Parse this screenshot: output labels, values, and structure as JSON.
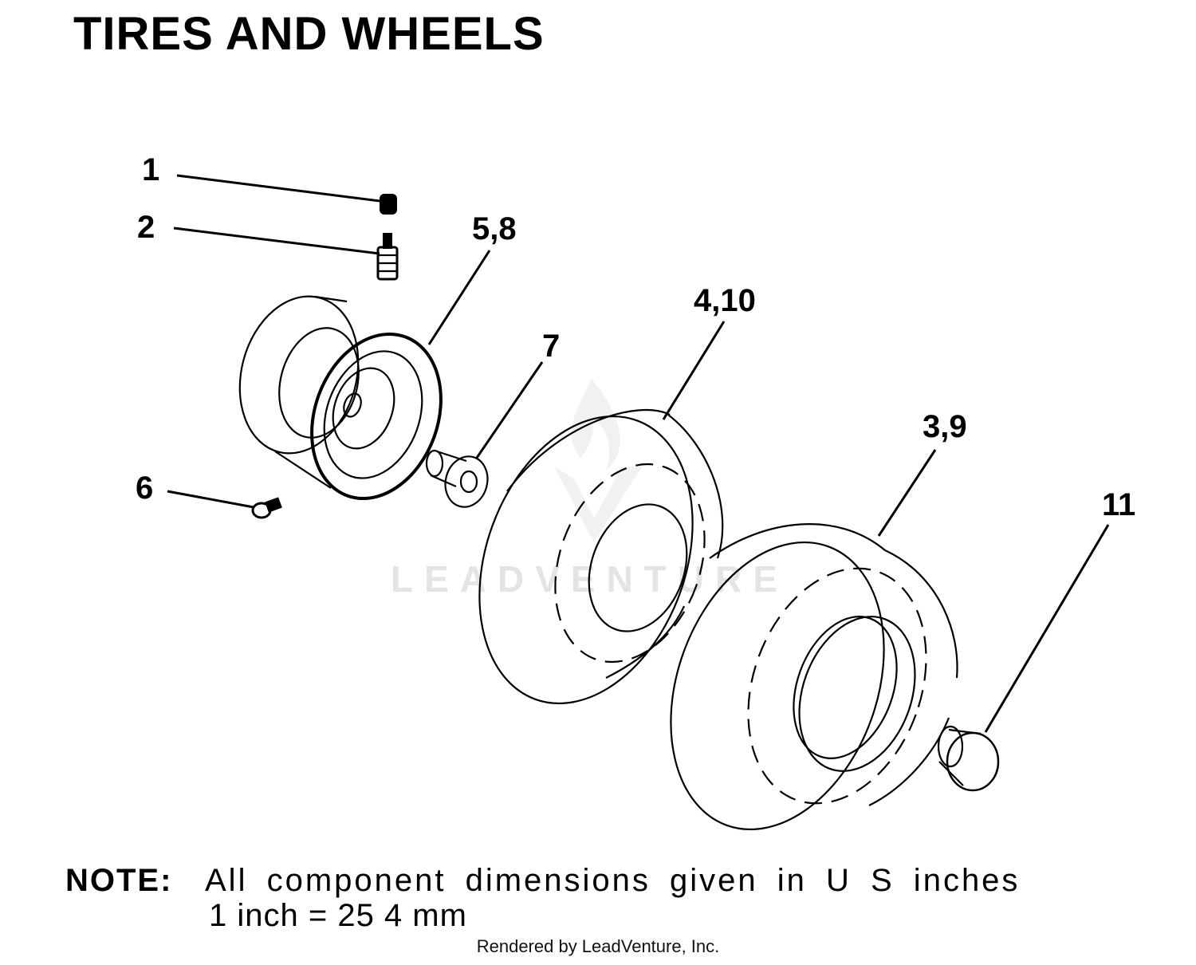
{
  "title": "TIRES AND WHEELS",
  "callouts": {
    "c1": "1",
    "c2": "2",
    "c58": "5,8",
    "c7": "7",
    "c410": "4,10",
    "c39": "3,9",
    "c6": "6",
    "c11": "11"
  },
  "watermark": {
    "text": "LEADVENTURE"
  },
  "note": {
    "label": "NOTE:",
    "line1": "All component dimensions given in U S  inches",
    "line2": "1 inch = 25 4 mm"
  },
  "footer": "Rendered by LeadVenture, Inc."
}
